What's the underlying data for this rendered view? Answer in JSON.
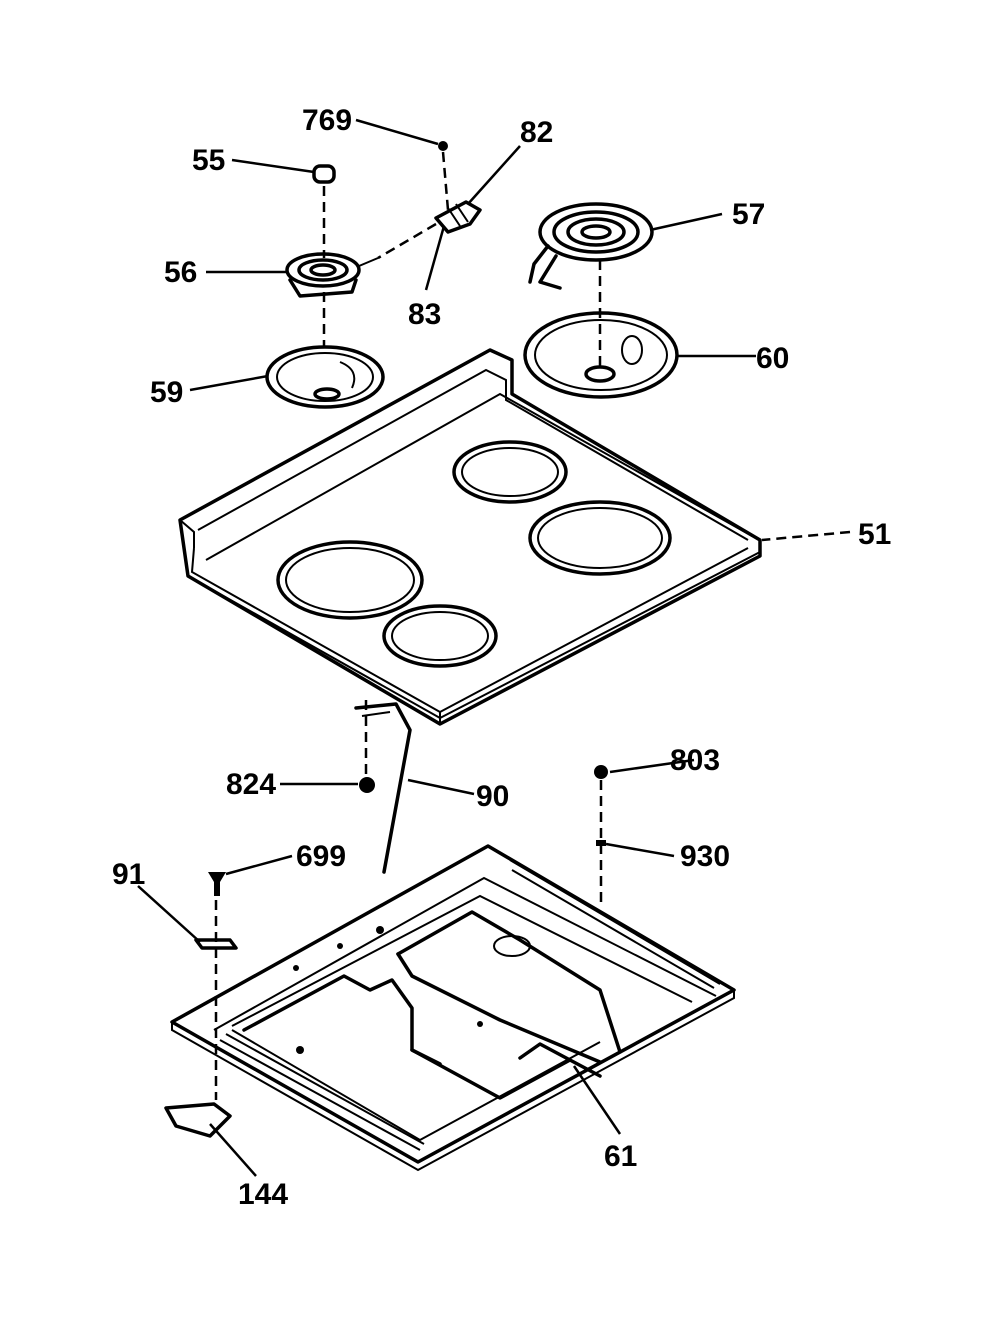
{
  "parts": [
    {
      "key": "p769",
      "label": "769",
      "name": "screw"
    },
    {
      "key": "p82",
      "label": "82",
      "name": "terminal-block"
    },
    {
      "key": "p55",
      "label": "55",
      "name": "knob-cap"
    },
    {
      "key": "p57",
      "label": "57",
      "name": "large-surface-element"
    },
    {
      "key": "p56",
      "label": "56",
      "name": "small-surface-element"
    },
    {
      "key": "p83",
      "label": "83",
      "name": "terminal-connector"
    },
    {
      "key": "p60",
      "label": "60",
      "name": "large-drip-pan"
    },
    {
      "key": "p59",
      "label": "59",
      "name": "small-drip-pan"
    },
    {
      "key": "p51",
      "label": "51",
      "name": "cooktop"
    },
    {
      "key": "p803",
      "label": "803",
      "name": "screw"
    },
    {
      "key": "p824",
      "label": "824",
      "name": "screw"
    },
    {
      "key": "p90",
      "label": "90",
      "name": "support-rod"
    },
    {
      "key": "p930",
      "label": "930",
      "name": "clip"
    },
    {
      "key": "p91",
      "label": "91",
      "name": "bracket"
    },
    {
      "key": "p699",
      "label": "699",
      "name": "screw"
    },
    {
      "key": "p61",
      "label": "61",
      "name": "cooktop-bottom-pan"
    },
    {
      "key": "p144",
      "label": "144",
      "name": "bracket-plate"
    }
  ]
}
